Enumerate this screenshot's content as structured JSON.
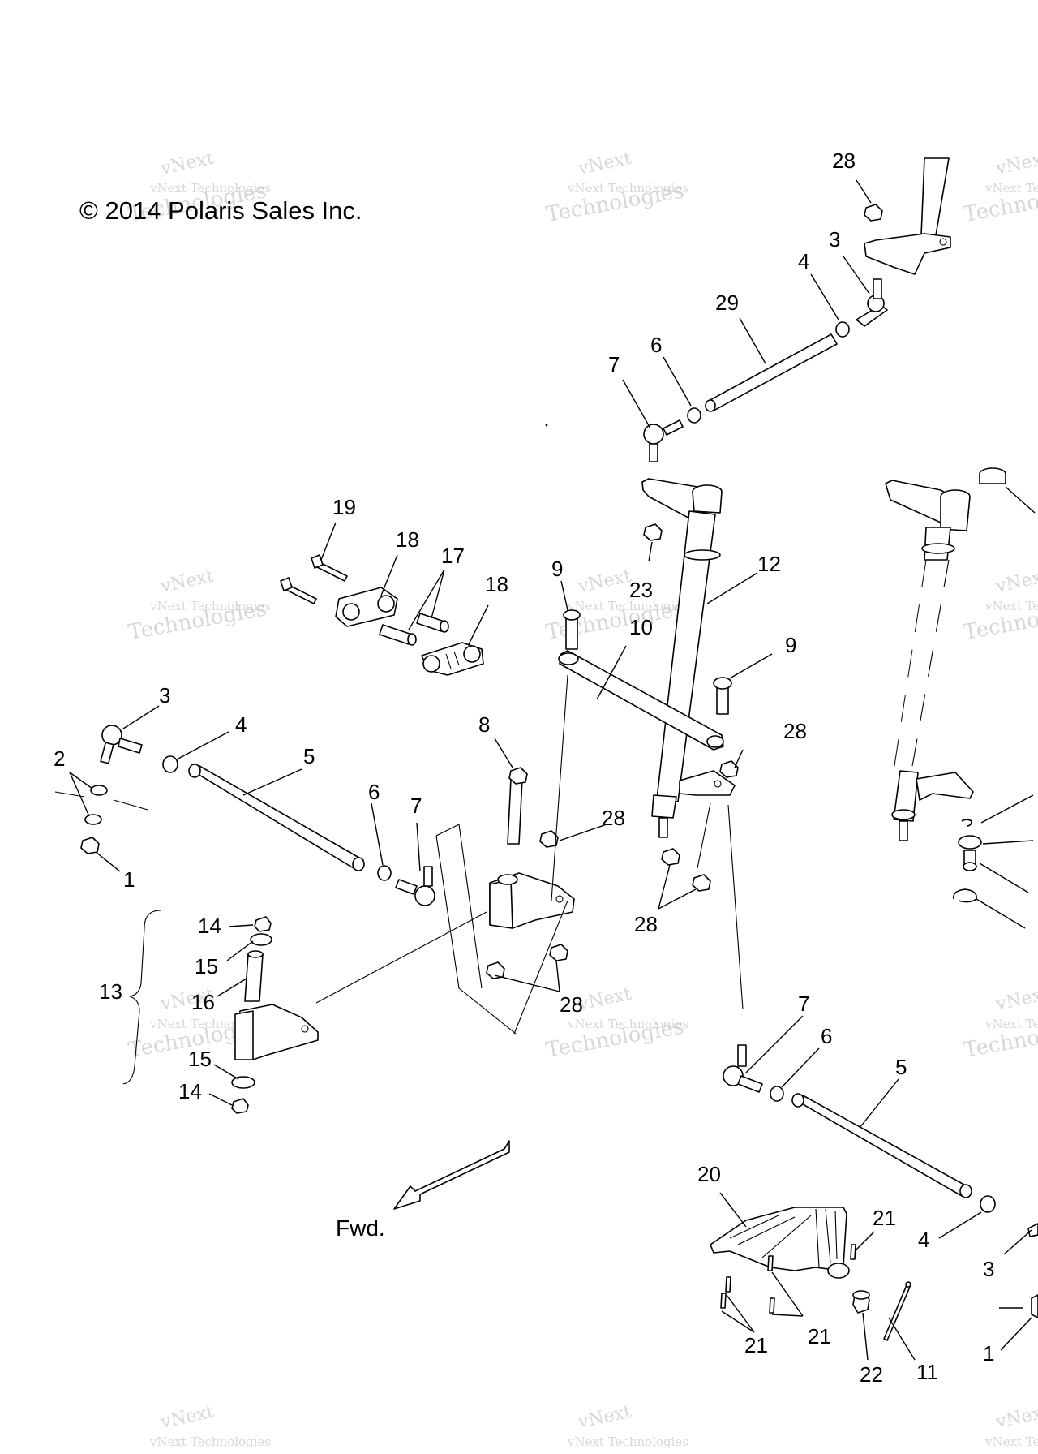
{
  "copyright": "© 2014 Polaris Sales Inc.",
  "direction_label": "Fwd.",
  "watermark": {
    "line1": "vNext",
    "line2": "vNext Technologies",
    "line3": "Technologies"
  },
  "callouts": {
    "c1": "1",
    "c2": "2",
    "c3": "3",
    "c4": "4",
    "c5": "5",
    "c6": "6",
    "c7": "7",
    "c8": "8",
    "c9": "9",
    "c10": "10",
    "c11": "11",
    "c12": "12",
    "c13": "13",
    "c14": "14",
    "c15": "15",
    "c16": "16",
    "c17": "17",
    "c18": "18",
    "c19": "19",
    "c20": "20",
    "c21": "21",
    "c22": "22",
    "c23": "23",
    "c28": "28",
    "c29": "29"
  },
  "colors": {
    "line": "#000000",
    "watermark": "#b8b8b8",
    "background": "#ffffff"
  }
}
